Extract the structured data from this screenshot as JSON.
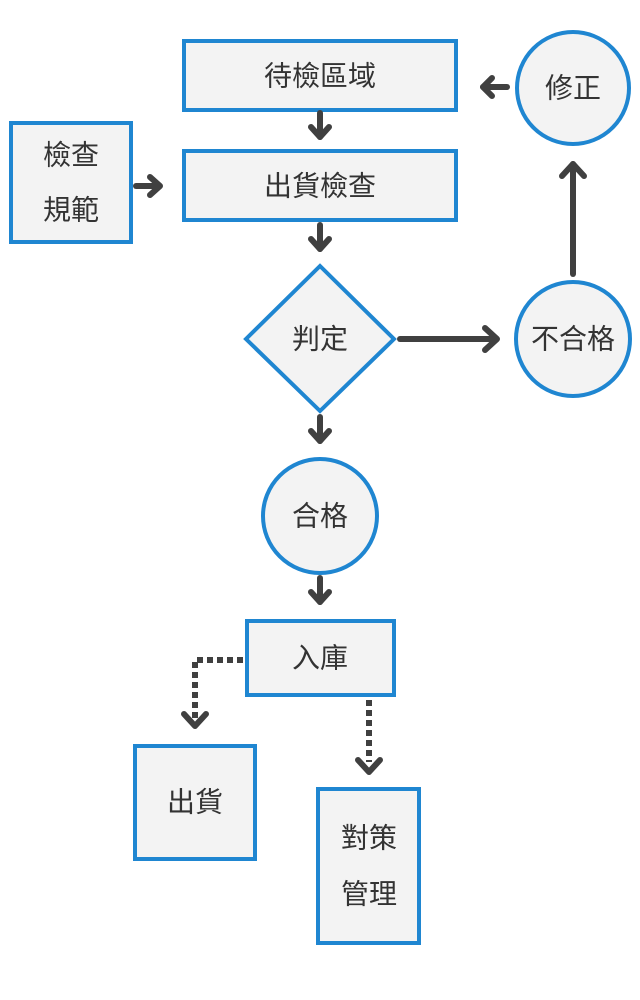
{
  "nodes": {
    "waiting_area": "待檢區域",
    "shipment_inspection": "出貨檢查",
    "inspection_standard_line1": "檢查",
    "inspection_standard_line2": "規範",
    "judgement": "判定",
    "fail": "不合格",
    "correction": "修正",
    "pass": "合格",
    "warehousing": "入庫",
    "shipping": "出貨",
    "countermeasure_line1": "對策",
    "countermeasure_line2": "管理"
  },
  "colors": {
    "node_border": "#1f86d1",
    "node_fill": "#f3f3f3",
    "arrow": "#404040",
    "text": "#333333"
  }
}
